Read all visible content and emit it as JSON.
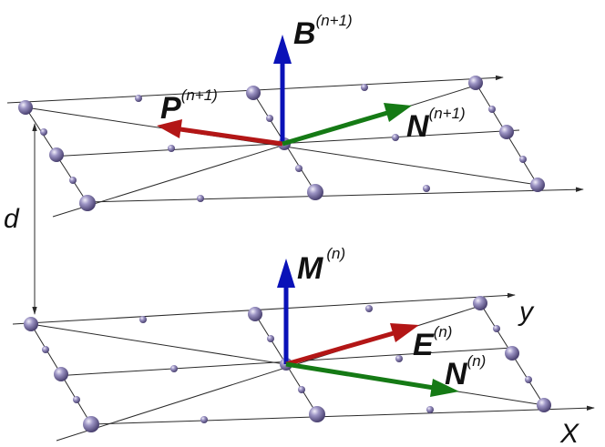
{
  "labels": {
    "b_main": "B",
    "b_sup": "(n+1)",
    "p_main": "P",
    "p_sup": "(n+1)",
    "n_top_main": "N",
    "n_top_sup": "(n+1)",
    "m_main": "M",
    "m_sup": "(n)",
    "e_main": "E",
    "e_sup": "(n)",
    "n_bot_main": "N",
    "n_bot_sup": "(n)",
    "d": "d",
    "y": "y",
    "x": "X"
  },
  "colors": {
    "B": "#0a12b8",
    "M": "#0a12b8",
    "P": "#b31616",
    "E": "#b31616",
    "N": "#157a15",
    "lines": "#2a2a2a",
    "sphere": "#6a6496"
  },
  "icons": {
    "lattice_point": "sphere-icon"
  }
}
